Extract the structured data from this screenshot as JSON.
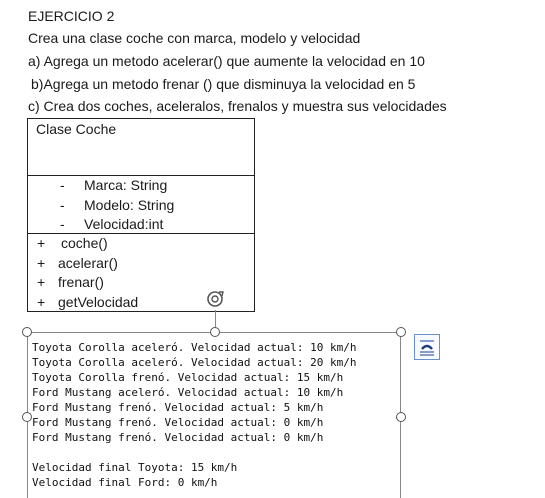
{
  "exercise": {
    "title": "EJERCICIO 2",
    "intro": "Crea una clase coche con marca, modelo y velocidad",
    "a": "a) Agrega un metodo acelerar() que aumente la velocidad en 10",
    "b": "b)Agrega un metodo frenar () que disminuya la velocidad en 5",
    "c": "c) Crea dos coches, aceleralos, frenalos y muestra sus velocidades"
  },
  "uml": {
    "class_title": "Clase Coche",
    "attributes": [
      "Marca: String",
      "Modelo: String",
      "Velocidad:int"
    ],
    "attribute_marker": "-",
    "methods": [
      "coche()",
      "acelerar()",
      "frenar()",
      "getVelocidad"
    ],
    "method_marker": "+"
  },
  "console_output": [
    "Toyota Corolla aceleró. Velocidad actual: 10 km/h",
    "Toyota Corolla aceleró. Velocidad actual: 20 km/h",
    "Toyota Corolla frenó. Velocidad actual: 15 km/h",
    "Ford Mustang aceleró. Velocidad actual: 10 km/h",
    "Ford Mustang frenó. Velocidad actual: 5 km/h",
    "Ford Mustang frenó. Velocidad actual: 0 km/h",
    "Ford Mustang frenó. Velocidad actual: 0 km/h",
    "",
    "Velocidad final Toyota: 15 km/h",
    "Velocidad final Ford: 0 km/h"
  ],
  "icons": {
    "rotate": "rotate-handle-icon",
    "layout": "layout-options-icon"
  },
  "colors": {
    "handle": "#555555",
    "layout_accent": "#3b5fa8"
  }
}
